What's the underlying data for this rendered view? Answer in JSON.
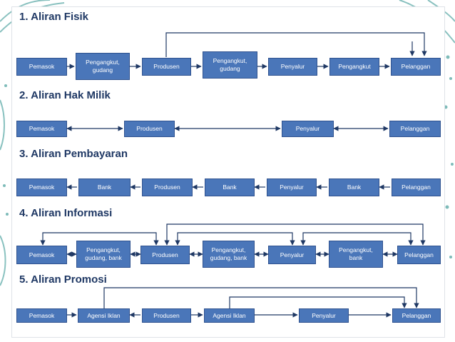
{
  "sections": [
    {
      "title": "1. Aliran Fisik",
      "nodes": [
        "Pemasok",
        "Pengangkut,\ngudang",
        "Produsen",
        "Pengangkut,\ngudang",
        "Penyalur",
        "Pengangkut",
        "Pelanggan"
      ]
    },
    {
      "title": "2. Aliran Hak Milik",
      "nodes": [
        "Pemasok",
        "Produsen",
        "Penyalur",
        "Pelanggan"
      ]
    },
    {
      "title": "3. Aliran Pembayaran",
      "nodes": [
        "Pemasok",
        "Bank",
        "Produsen",
        "Bank",
        "Penyalur",
        "Bank",
        "Pelanggan"
      ]
    },
    {
      "title": "4. Aliran Informasi",
      "nodes": [
        "Pemasok",
        "Pengangkut,\ngudang, bank",
        "Produsen",
        "Pengangkut,\ngudang, bank",
        "Penyalur",
        "Pengangkut,\nbank",
        "Pelanggan"
      ]
    },
    {
      "title": "5. Aliran Promosi",
      "nodes": [
        "Pemasok",
        "Agensi Iklan",
        "Produsen",
        "Agensi Iklan",
        "Penyalur",
        "Pelanggan"
      ]
    }
  ],
  "colors": {
    "box_fill": "#4a76b9",
    "box_border": "#2f528f",
    "title": "#1f3864",
    "connector": "#1f3864",
    "decor_teal": "#2a8f8c"
  }
}
